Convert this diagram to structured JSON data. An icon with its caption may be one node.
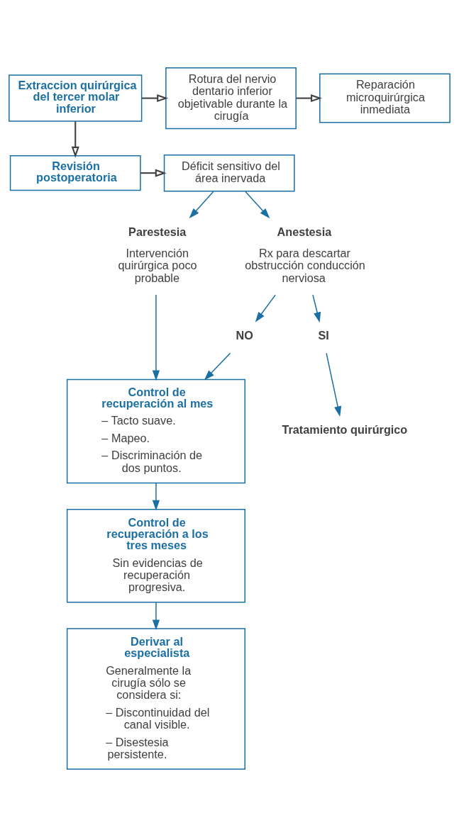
{
  "diagram": {
    "nodes": [
      {
        "text": [
          "Extraccion quirúrgica del tercer molar inferior"
        ]
      },
      {
        "text": [
          "Rotura del nervio dentario inferior objetivable durante la cirugía"
        ]
      },
      {
        "text": [
          "Reparación microquirúrgica inmediata"
        ]
      },
      {
        "text": [
          "Revisión postoperatoria"
        ]
      },
      {
        "text": [
          "Déficit sensitivo del área inervada"
        ]
      },
      {
        "text": [
          "Parestesia",
          "Intervención quirúrgica poco probable"
        ]
      },
      {
        "text": [
          "Anestesia",
          "Rx para descartar obstrucción conducción nerviosa"
        ]
      },
      {
        "text": [
          "NO"
        ]
      },
      {
        "text": [
          "SI"
        ]
      },
      {
        "text": [
          "Tratamiento quirúrgico"
        ]
      },
      {
        "text": [
          "Control de recuperación al mes",
          "– Tacto suave.",
          "– Mapeo.",
          "– Discriminación de dos puntos."
        ]
      },
      {
        "text": [
          "Control de recuperación a los tres meses",
          "Sin evidencias de recuperación progresiva."
        ]
      },
      {
        "text": [
          "Derivar al especialista",
          "Generalmente la cirugía sólo se considera si:",
          "– Discontinuidad del canal visible.",
          "– Disestesia persistente."
        ]
      }
    ],
    "edges": [
      {
        "from": 0,
        "to": 1,
        "arrow": "to",
        "color": "#404040"
      },
      {
        "from": 1,
        "to": 2,
        "arrow": "to",
        "color": "#404040"
      },
      {
        "from": 0,
        "to": 3,
        "arrow": "to",
        "color": "#404040"
      },
      {
        "from": 3,
        "to": 4,
        "arrow": "to",
        "color": "#404040"
      },
      {
        "from": 4,
        "to": 5,
        "arrow": "to"
      },
      {
        "from": 4,
        "to": 6,
        "arrow": "to"
      },
      {
        "from": 6,
        "to": 7,
        "arrow": "to"
      },
      {
        "from": 6,
        "to": 8,
        "arrow": "to"
      },
      {
        "from": 8,
        "to": 9,
        "arrow": "to"
      },
      {
        "from": 5,
        "to": 10,
        "arrow": "to"
      },
      {
        "from": 7,
        "to": 10,
        "arrow": "to"
      },
      {
        "from": 10,
        "to": 11,
        "arrow": "to"
      },
      {
        "from": 11,
        "to": 12,
        "arrow": "to"
      }
    ]
  }
}
